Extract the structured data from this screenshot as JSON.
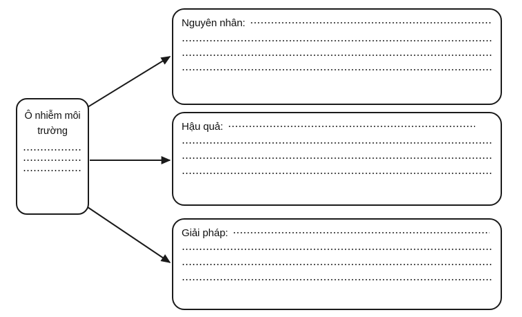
{
  "diagram": {
    "type": "mind-map-worksheet",
    "language": "vi",
    "center": {
      "title_line_1": "Ô nhiễm môi",
      "title_line_2": "trường",
      "blank_line_count": 3
    },
    "branches": [
      {
        "id": "nguyen-nhan",
        "label": "Nguyên nhân:",
        "fill_in_lines": 4,
        "arrow": "diagonal-up-right"
      },
      {
        "id": "hau-qua",
        "label": "Hậu quả:",
        "fill_in_lines": 4,
        "arrow": "horizontal-right"
      },
      {
        "id": "giai-phap",
        "label": "Giải pháp:",
        "fill_in_lines": 4,
        "arrow": "diagonal-down-right"
      }
    ],
    "colors": {
      "stroke": "#1a1a1a",
      "text": "#111111",
      "background": "#ffffff",
      "dot": "#1d1d1d"
    }
  }
}
